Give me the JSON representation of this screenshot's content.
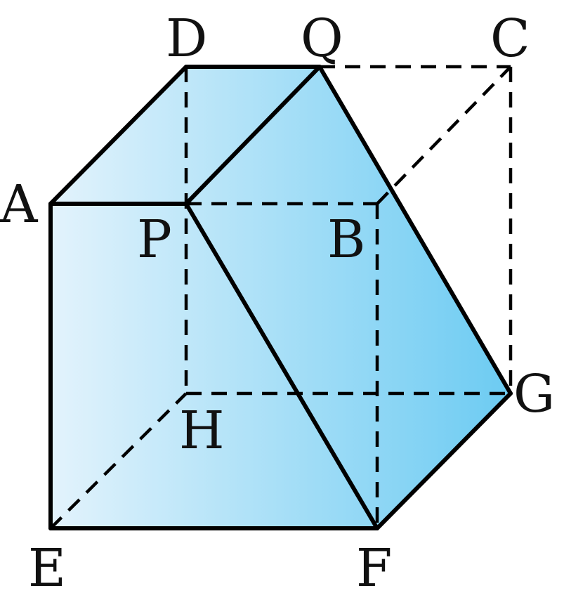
{
  "diagram": {
    "vertex_labels": {
      "A": "A",
      "B": "B",
      "C": "C",
      "D": "D",
      "E": "E",
      "F": "F",
      "G": "G",
      "H": "H",
      "P": "P",
      "Q": "Q"
    },
    "fill_color_light": "#e3f3fc",
    "fill_color_dark": "#6ccbf2",
    "line_color": "#000000"
  }
}
